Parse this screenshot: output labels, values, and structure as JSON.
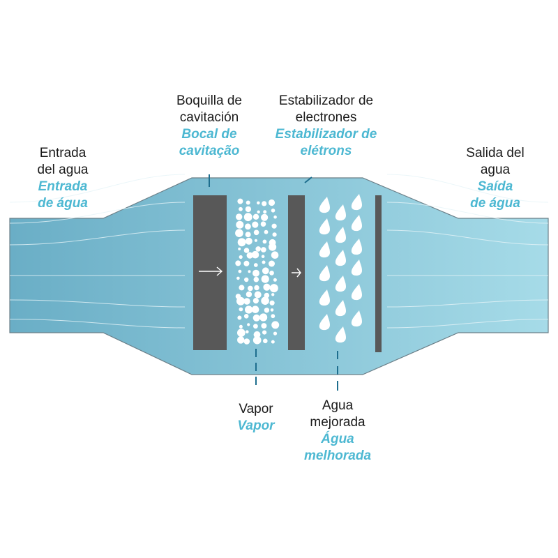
{
  "labels": {
    "inlet": {
      "es": [
        "Entrada",
        "del agua"
      ],
      "pt": [
        "Entrada",
        "de água"
      ]
    },
    "nozzle": {
      "es": [
        "Boquilla de",
        "cavitación"
      ],
      "pt": [
        "Bocal de",
        "cavitação"
      ]
    },
    "stabilizer": {
      "es": [
        "Estabilizador de",
        "electrones"
      ],
      "pt": [
        "Estabilizador de",
        "elétrons"
      ]
    },
    "outlet": {
      "es": [
        "Salida del",
        "agua"
      ],
      "pt": [
        "Saída",
        "de água"
      ]
    },
    "vapor": {
      "es": [
        "Vapor"
      ],
      "pt": [
        "Vapor"
      ]
    },
    "improved": {
      "es": [
        "Agua",
        "mejorada"
      ],
      "pt": [
        "Água",
        "melhorada"
      ]
    }
  },
  "colors": {
    "pipe_left": "#6aaec6",
    "pipe_right": "#a6dbe8",
    "plate": "#585858",
    "accent": "#4db8d2",
    "leader": "#1e6e8e"
  }
}
